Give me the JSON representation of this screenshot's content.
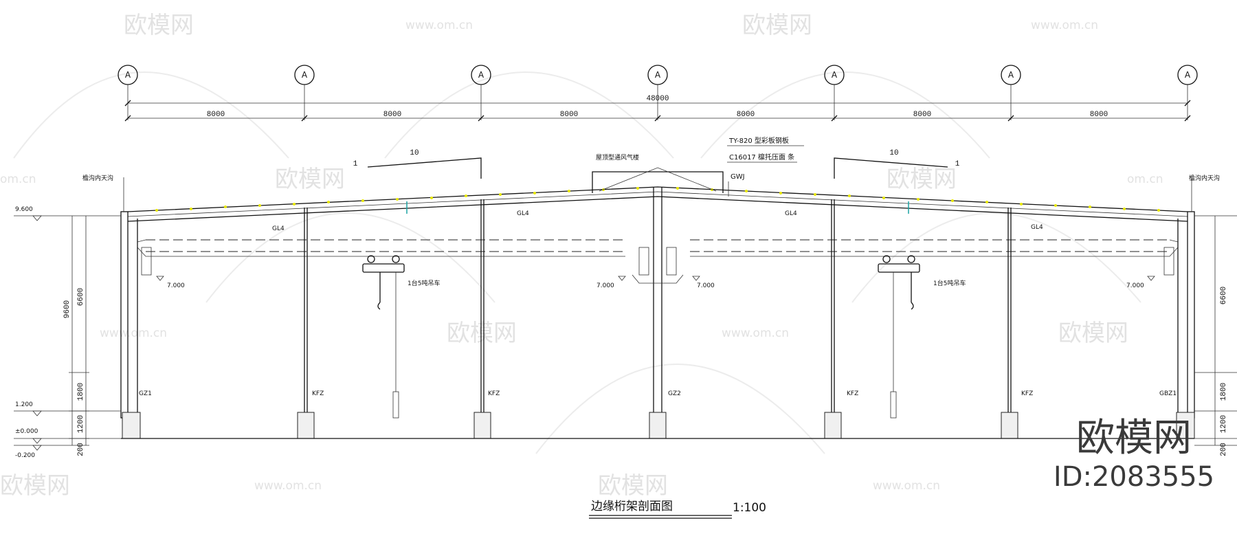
{
  "grid_axes": [
    "A",
    "A",
    "A",
    "A",
    "A",
    "A",
    "A"
  ],
  "overall_dim": "48000",
  "span_dims": [
    "8000",
    "8000",
    "8000",
    "8000",
    "8000",
    "8000"
  ],
  "slope": {
    "run": "10",
    "rise": "1"
  },
  "labels": {
    "vent": "屋顶型通风气楼",
    "roof_panel": "TY-820 型彩板钢板",
    "purlin": "C16017 檩托压面 条",
    "gwj": "GWJ",
    "gutter_left": "檐沟内天沟",
    "gutter_right": "檐沟内天沟",
    "beam": [
      "GL4",
      "GL4",
      "GL4",
      "GL4"
    ],
    "crane": [
      "1台5吨吊车",
      "1台5吨吊车"
    ],
    "rail_elev": [
      "7.000",
      "7.000",
      "7.000",
      "7.000"
    ],
    "columns": [
      "GZ1",
      "KFZ",
      "KFZ",
      "GZ2",
      "KFZ",
      "KFZ",
      "GBZ1"
    ]
  },
  "left_elev": [
    "9.600",
    "1.200",
    "±0.000",
    "-0.200"
  ],
  "left_dims": [
    "6600",
    "9600",
    "1800",
    "1200",
    "200"
  ],
  "right_dims": [
    "6600",
    "1800",
    "1200",
    "200"
  ],
  "title": "边缘桁架剖面图",
  "scale": "1:100",
  "watermarks": {
    "brand": "欧模网",
    "url": "www.om.cn",
    "url_short": "om.cn"
  },
  "brand_big": "欧模网",
  "brand_id": "ID:2083555"
}
